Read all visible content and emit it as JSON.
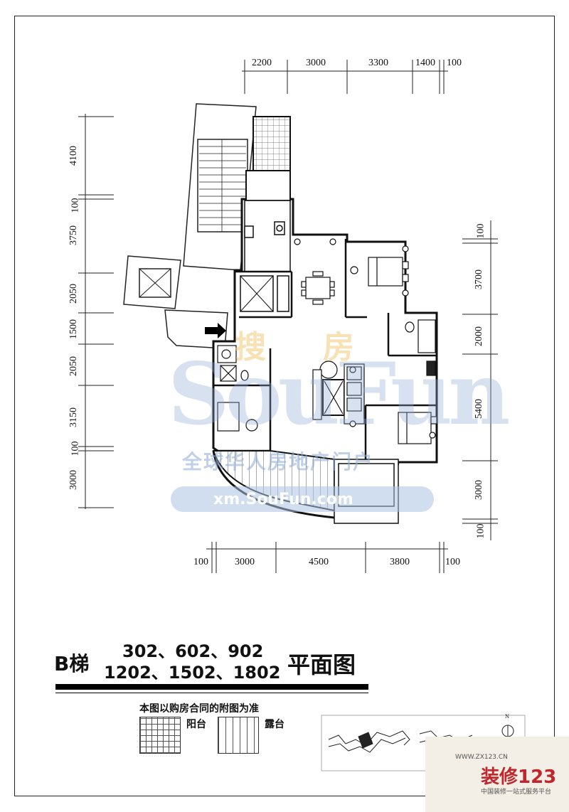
{
  "dimensions": {
    "top": [
      "2200",
      "3000",
      "3300",
      "1400",
      "100"
    ],
    "bottom": [
      "100",
      "3000",
      "4500",
      "3800",
      "100"
    ],
    "left": [
      "4100",
      "100",
      "3750",
      "2050",
      "1500",
      "2050",
      "3150",
      "100",
      "3000"
    ],
    "right": [
      "100",
      "3700",
      "2000",
      "5400",
      "3000",
      "100"
    ]
  },
  "title": {
    "building": "B梯",
    "units_line1": "302、602、902",
    "units_line2": "1202、1502、1802",
    "suffix": "平面图"
  },
  "note": "本图以购房合同的附图为准",
  "legend": {
    "balcony": "阳台",
    "terrace": "露台"
  },
  "watermark": {
    "chars": "搜房",
    "brand": "SouFun",
    "slogan": "全球华人房地产门户",
    "url": "xm.SouFun.com"
  },
  "brand": {
    "url": "WWW.ZX123.CN",
    "name": "装修123",
    "tagline": "中国装修一站式服务平台"
  },
  "compass": "N"
}
